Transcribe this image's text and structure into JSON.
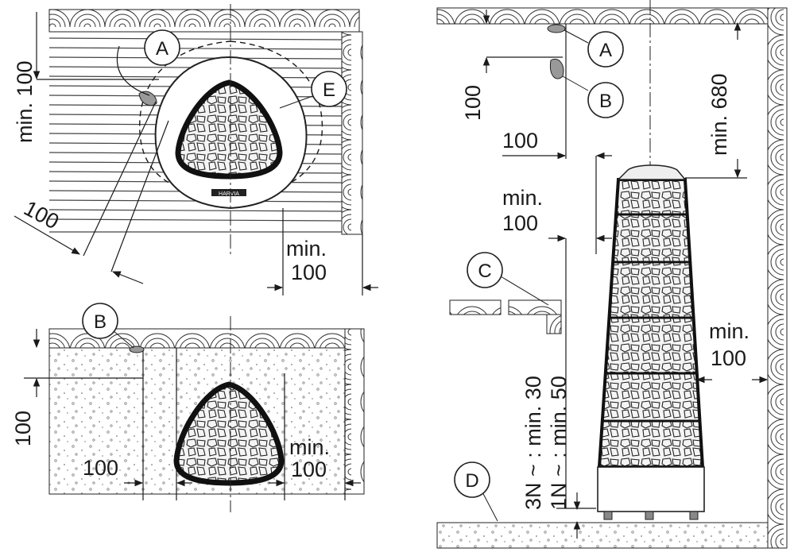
{
  "labels": {
    "a": "A",
    "b": "B",
    "c": "C",
    "d": "D",
    "e": "E",
    "brand": "HARVIA"
  },
  "top_view": {
    "dim_side_min": "min. 100",
    "dim_diag": "100",
    "dim_right_min": "min.",
    "dim_right_value": "100"
  },
  "floor_view": {
    "dim_side": "100",
    "dim_left": "100",
    "dim_right_min": "min.",
    "dim_right_value": "100"
  },
  "side_view": {
    "dim_vertical_small": "100",
    "dim_ceiling": "min. 680",
    "dim_offset": "100",
    "dim_min_label": "min.",
    "dim_min_value": "100",
    "dim_wall_min": "min.",
    "dim_wall_value": "100",
    "dim_floor_3n": "3N ~ : min. 30",
    "dim_floor_1n": "1N ~ : min. 50"
  }
}
